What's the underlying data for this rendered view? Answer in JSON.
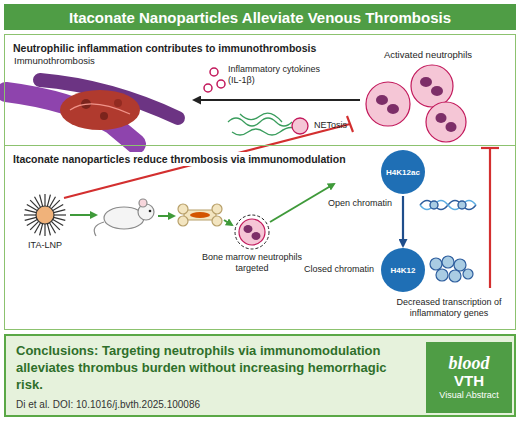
{
  "diagram": {
    "title": "Itaconate Nanoparticles Alleviate Venous Thrombosis",
    "nodes": [
      {
        "text": [
          "Neutrophilic inflammation contributes to immunothrombosis"
        ]
      },
      {
        "text": [
          "Itaconate nanoparticles reduce thrombosis via immunomodulation"
        ]
      },
      {
        "text": [
          "H4K12ac"
        ],
        "in": 1
      },
      {
        "text": [
          "H4K12"
        ],
        "in": 1
      },
      {
        "text": [
          "Conclusions: Targeting neutrophils via immunomodulation alleviates thrombus burden without increasing hemorrhagic risk.",
          "Di et al. DOI: 10.1016/j.bvth.2025.100086"
        ]
      },
      {
        "text": [
          "blood",
          "VTH",
          "Visual Abstract"
        ],
        "in": 4
      }
    ],
    "edges": [
      {
        "from": 2,
        "to": 3,
        "arrow": "to"
      }
    ],
    "labels": [
      "Immunothrombosis",
      "Inflammatory cytokines (IL-1β)",
      "Activated neutrophils",
      "NETosis",
      "ITA-LNP",
      "Bone marrow neutrophils targeted",
      "Open chromatin",
      "Closed chromatin",
      "Decreased transcription of inflammatory genes"
    ]
  }
}
